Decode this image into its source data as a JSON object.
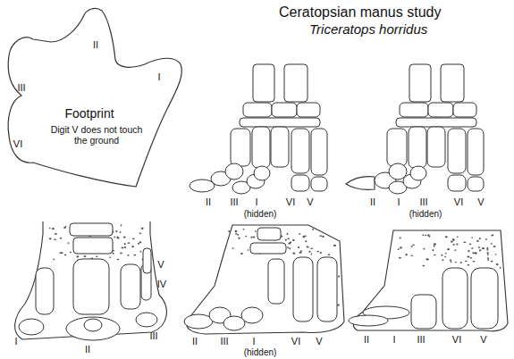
{
  "diagram": {
    "title": "Ceratopsian manus study",
    "nodes": [
      {
        "text": [
          "II",
          "III",
          "I",
          "Footprint",
          "Digit V does not touch the ground",
          "VI"
        ]
      }
    ],
    "labels": [
      "Triceratops horridus",
      "II",
      "III",
      "I",
      "VI",
      "V",
      "(hidden)",
      "II",
      "I",
      "III",
      "VI",
      "V",
      "(hidden)",
      "V",
      "IV",
      "I",
      "II",
      "III",
      "II",
      "III",
      "I",
      "VI",
      "V",
      "(hidden)",
      "II",
      "I",
      "III",
      "VI",
      "V"
    ]
  }
}
